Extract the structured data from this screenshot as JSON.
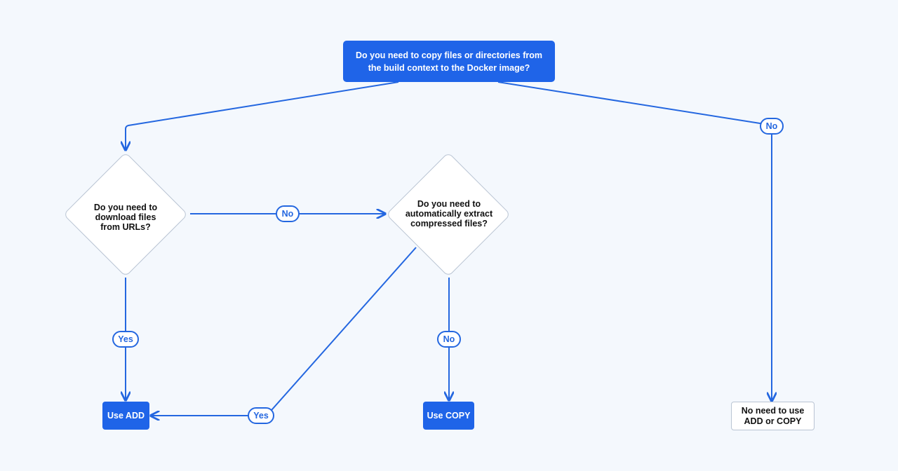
{
  "nodes": {
    "start": "Do you need to copy files or directories from the build context to the Docker image?",
    "download_q": "Do you need to download files from URLs?",
    "extract_q": "Do you need to automatically extract compressed files?",
    "use_add": "Use ADD",
    "use_copy": "Use COPY",
    "no_need": "No need to use ADD or COPY"
  },
  "edge_labels": {
    "start_no": "No",
    "download_no": "No",
    "download_yes": "Yes",
    "extract_no": "No",
    "extract_yes": "Yes"
  },
  "colors": {
    "background": "#f4f8fd",
    "primary": "#1f64e8",
    "edge": "#2467e0",
    "border": "#b9c4d3"
  }
}
